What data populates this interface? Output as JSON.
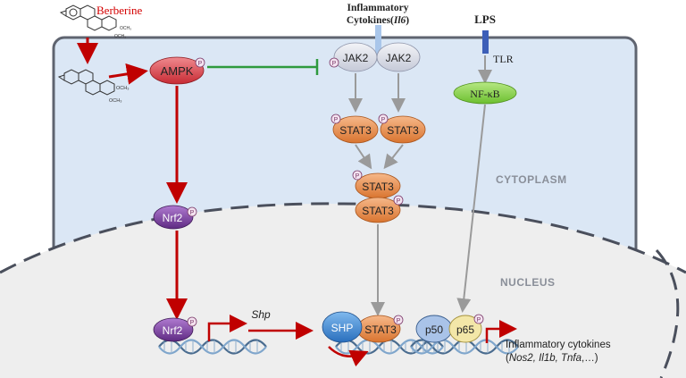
{
  "colors": {
    "cell_fill": "#dbe7f5",
    "cell_border": "#5f6470",
    "nucleus_fill": "#eeeeee",
    "activation": "#c00000",
    "inhibition": "#2e9a3e",
    "neutral_arrow": "#9a9a9a",
    "ampk": "#d9434b",
    "nrf2": "#7b3fa0",
    "jak2": "#d9dce8",
    "stat3": "#e58b4e",
    "nfkb": "#8fd14f",
    "shp": "#3e8fd8",
    "p50": "#a9c3e8",
    "p65": "#f3e7a8",
    "tlr": "#3d5fb8",
    "receptor": "#a9c6ea",
    "berberine": "#d40000"
  },
  "compartments": {
    "cytoplasm": "CYTOPLASM",
    "nucleus": "NUCLEUS"
  },
  "drug": {
    "name": "Berberine",
    "methoxy_top": [
      "OCH₃",
      "OCH₃"
    ],
    "methoxy_bottom": [
      "OCH₃",
      "OCH₃"
    ]
  },
  "stimuli": {
    "cytokines_line1": "Inflammatory",
    "cytokines_line2_prefix": "Cytokines(",
    "cytokines_gene": "Il6",
    "cytokines_line2_suffix": ")",
    "lps": "LPS",
    "tlr": "TLR"
  },
  "proteins": {
    "ampk": "AMPK",
    "jak2": "JAK2",
    "stat3": "STAT3",
    "nrf2": "Nrf2",
    "nfkb": "NF-κB",
    "shp_protein": "SHP",
    "p50": "p50",
    "p65": "p65",
    "phospho": "P"
  },
  "genes": {
    "shp": "Shp",
    "outcome_line1": "Inflammatory cytokines",
    "outcome_line2_open": "(",
    "outcome_genes": "Nos2, Il1b, Tnfa",
    "outcome_line2_close": ",…)"
  }
}
